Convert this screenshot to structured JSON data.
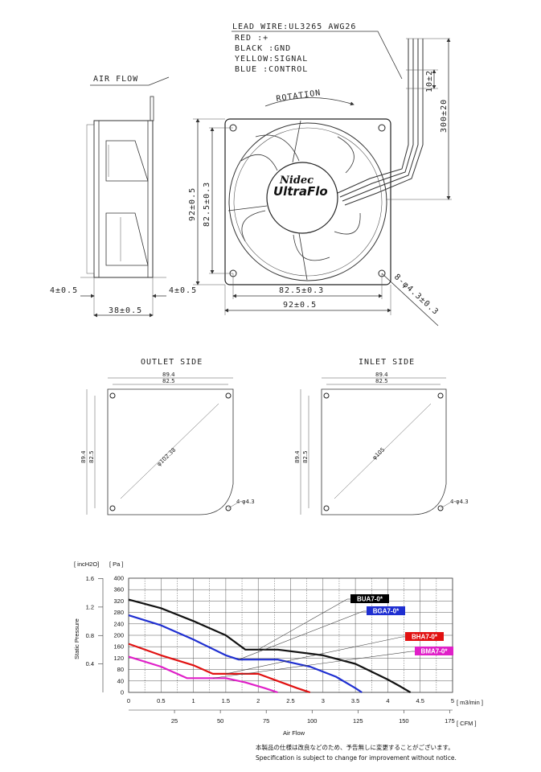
{
  "lead_wire": {
    "title": "LEAD WIRE:UL3265 AWG26",
    "lines": [
      "RED    :+",
      "BLACK  :GND",
      "YELLOW:SIGNAL",
      "BLUE   :CONTROL"
    ]
  },
  "labels": {
    "air_flow": "AIR FLOW",
    "rotation": "ROTATION",
    "brand_top": "Nidec",
    "brand_main": "UltraFlo"
  },
  "dims": {
    "d10": "10±2",
    "d300": "300±20",
    "d92v": "92±0.5",
    "d825v": "82.5±0.3",
    "d825h": "82.5±0.3",
    "d92h": "92±0.5",
    "holes": "8-φ4.3±0.3",
    "d4a": "4±0.5",
    "d4b": "4±0.5",
    "d38": "38±0.5"
  },
  "outlet": {
    "title": "OUTLET SIDE",
    "w1": "89.4",
    "w2": "82.5",
    "h1": "89.4",
    "h2": "82.5",
    "diag": "φ102.38",
    "holes": "4-φ4.3"
  },
  "inlet": {
    "title": "INLET SIDE",
    "w1": "89.4",
    "w2": "82.5",
    "h1": "89.4",
    "h2": "82.5",
    "diag": "φ105",
    "holes": "4-φ4.3"
  },
  "footer": {
    "jp": "本製品の仕様は改良などのため、予告無しに変更することがございます。",
    "en": "Specification is subject to change for improvement without notice."
  },
  "chart_data": {
    "type": "line",
    "ylabel": "Static Pressure",
    "xlabel": "Air   Flow",
    "unit_left": "[ incH2O]",
    "unit_pa": "[ Pa ]",
    "unit_m3": "[ m3/min ]",
    "unit_cfm": "[ CFM ]",
    "x_ticks": [
      "0",
      "0.5",
      "1",
      "1.5",
      "2",
      "2.5",
      "3",
      "3.5",
      "4",
      "4.5",
      "5"
    ],
    "pa_ticks": [
      "0",
      "40",
      "80",
      "120",
      "160",
      "200",
      "240",
      "280",
      "320",
      "360",
      "400"
    ],
    "inch_ticks": [
      "0.4",
      "0.8",
      "1.2",
      "1.6"
    ],
    "cfm_ticks": [
      "25",
      "50",
      "75",
      "100",
      "125",
      "150",
      "175"
    ],
    "xlim": [
      0,
      5
    ],
    "ylim": [
      0,
      400
    ],
    "series": [
      {
        "name": "BUA7-0*",
        "color": "#111111",
        "label_bg": "#000000",
        "label_color": "#ffffff",
        "x": [
          0,
          0.5,
          1,
          1.5,
          1.8,
          2.3,
          3,
          3.5,
          4,
          4.2,
          4.35
        ],
        "y": [
          325,
          295,
          250,
          200,
          150,
          150,
          130,
          100,
          45,
          20,
          0
        ]
      },
      {
        "name": "BGA7-0*",
        "color": "#1f2fd1",
        "label_bg": "#1f2fd1",
        "label_color": "#ffffff",
        "x": [
          0,
          0.5,
          1,
          1.5,
          1.7,
          2.3,
          2.8,
          3.2,
          3.5,
          3.6
        ],
        "y": [
          270,
          235,
          185,
          130,
          115,
          115,
          90,
          55,
          15,
          0
        ]
      },
      {
        "name": "BHA7-0*",
        "color": "#e11111",
        "label_bg": "#e11111",
        "label_color": "#ffffff",
        "x": [
          0,
          0.5,
          1,
          1.3,
          2,
          2.3,
          2.6,
          2.8
        ],
        "y": [
          170,
          130,
          95,
          65,
          65,
          40,
          15,
          0
        ]
      },
      {
        "name": "BMA7-0*",
        "color": "#e020c8",
        "label_bg": "#e020c8",
        "label_color": "#ffffff",
        "x": [
          0,
          0.5,
          0.9,
          1.5,
          1.8,
          2.1,
          2.3
        ],
        "y": [
          125,
          90,
          50,
          50,
          35,
          15,
          0
        ]
      }
    ]
  }
}
